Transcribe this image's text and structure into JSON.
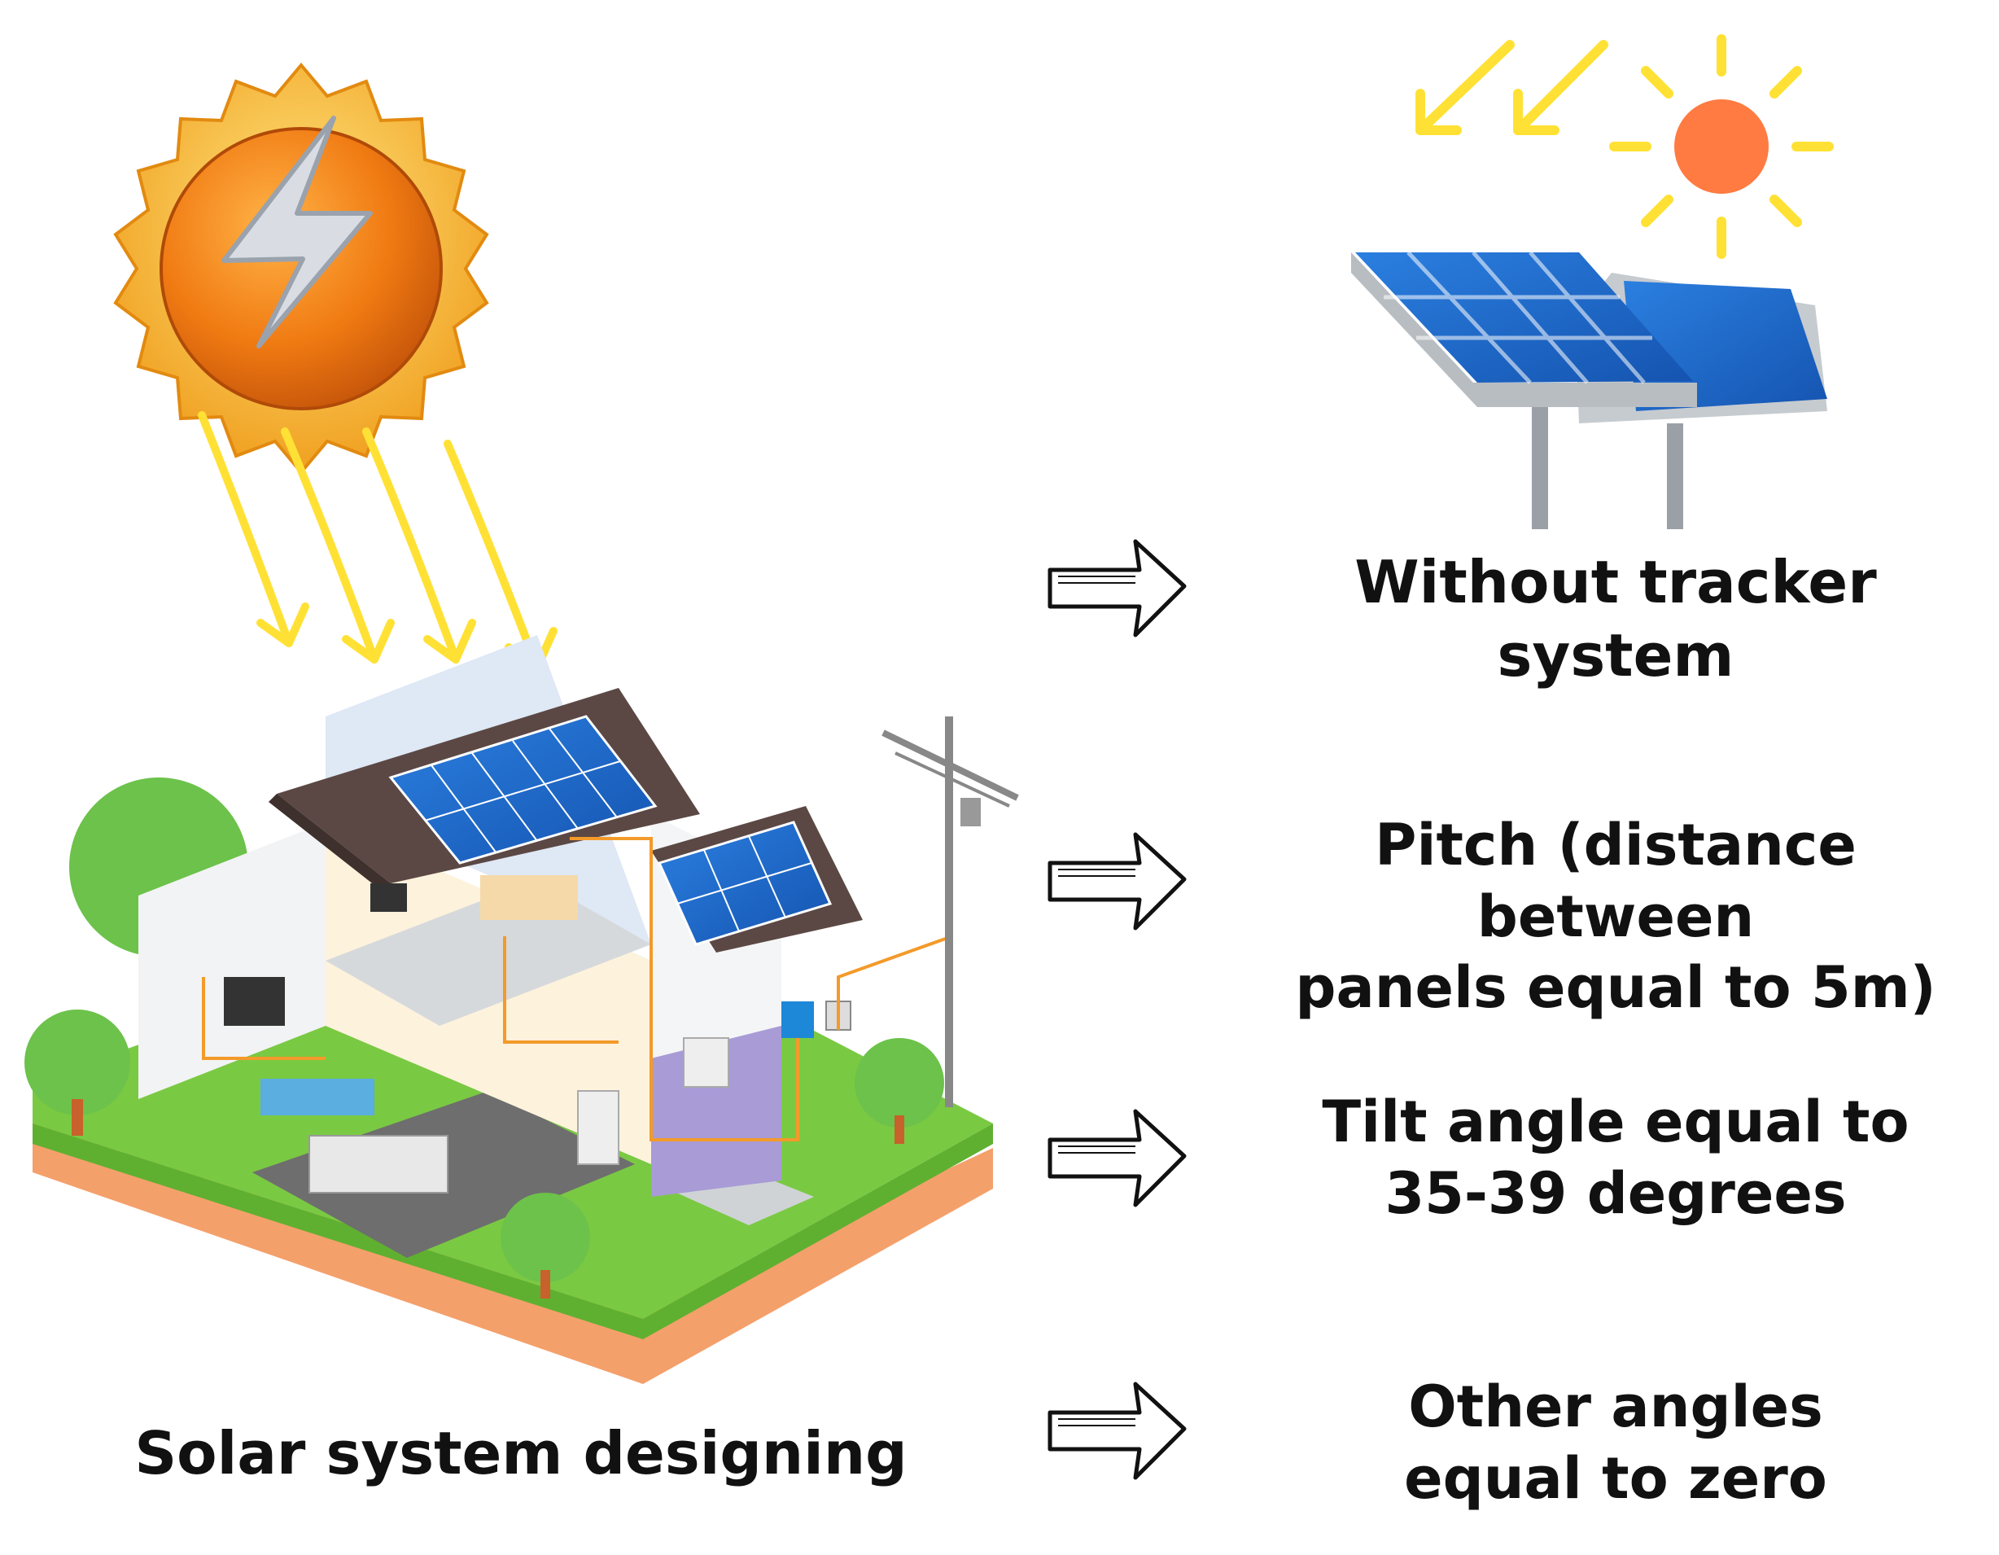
{
  "caption": "Solar system designing",
  "conditions": [
    {
      "lines": [
        "Without tracker system"
      ]
    },
    {
      "lines": [
        "Pitch (distance between",
        "panels equal to 5m)"
      ]
    },
    {
      "lines": [
        "Tilt angle equal to",
        "35-39 degrees"
      ]
    },
    {
      "lines": [
        "Other angles",
        "equal to zero"
      ]
    }
  ],
  "icons": {
    "energy_sun": "sun-bolt-icon",
    "tracker_panel": "solar-panel-icon",
    "small_sun": "sun-icon",
    "condition_arrow": "right-arrow-icon",
    "house": "solar-house-icon"
  },
  "colors": {
    "sun_orange": "#f28a1e",
    "ray_yellow": "#ffe135",
    "panel_blue": "#1f6fd1",
    "grass_green": "#7ac943",
    "soil_orange": "#f4a06b",
    "roof_brown": "#5b4844"
  }
}
